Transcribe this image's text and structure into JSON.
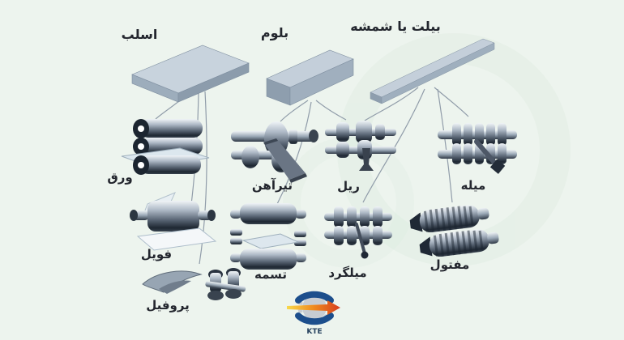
{
  "diagram": {
    "type": "steel-rolling-products-flow",
    "raw_products": [
      {
        "id": "slab",
        "label": "اسلب"
      },
      {
        "id": "bloom",
        "label": "بلوم"
      },
      {
        "id": "billet",
        "label": "بیلت یا شمشه"
      }
    ],
    "rolled_products": [
      {
        "id": "sheet",
        "label": "ورق"
      },
      {
        "id": "ibeam",
        "label": "تیرآهن"
      },
      {
        "id": "rail",
        "label": "ریل"
      },
      {
        "id": "rod",
        "label": "میله"
      },
      {
        "id": "foil",
        "label": "فویل"
      },
      {
        "id": "strip",
        "label": "تسمه"
      },
      {
        "id": "rebar",
        "label": "میلگرد"
      },
      {
        "id": "wire",
        "label": "مفتول"
      },
      {
        "id": "profile",
        "label": "پروفیل"
      }
    ],
    "connections": [
      {
        "from": "slab",
        "to": "sheet"
      },
      {
        "from": "slab",
        "to": "foil"
      },
      {
        "from": "slab",
        "to": "profile"
      },
      {
        "from": "bloom",
        "to": "ibeam"
      },
      {
        "from": "bloom",
        "to": "strip"
      },
      {
        "from": "bloom",
        "to": "rail"
      },
      {
        "from": "billet",
        "to": "rail"
      },
      {
        "from": "billet",
        "to": "rod"
      },
      {
        "from": "billet",
        "to": "rebar"
      },
      {
        "from": "billet",
        "to": "wire"
      }
    ]
  },
  "logo": {
    "text": "KTE"
  },
  "colors": {
    "background": "#edf4ee",
    "block_top": "#c8d3dd",
    "block_front": "#a0afbe",
    "block_side": "#8c9cac",
    "connector_line": "#8c98a6",
    "label_text": "#23262e",
    "logo_blue": "#1c4e8c",
    "logo_gear": "#c7ccd2",
    "logo_arrow_yellow": "#f7d94c",
    "logo_arrow_orange": "#f08a1d",
    "logo_arrow_red": "#d63d1f"
  }
}
